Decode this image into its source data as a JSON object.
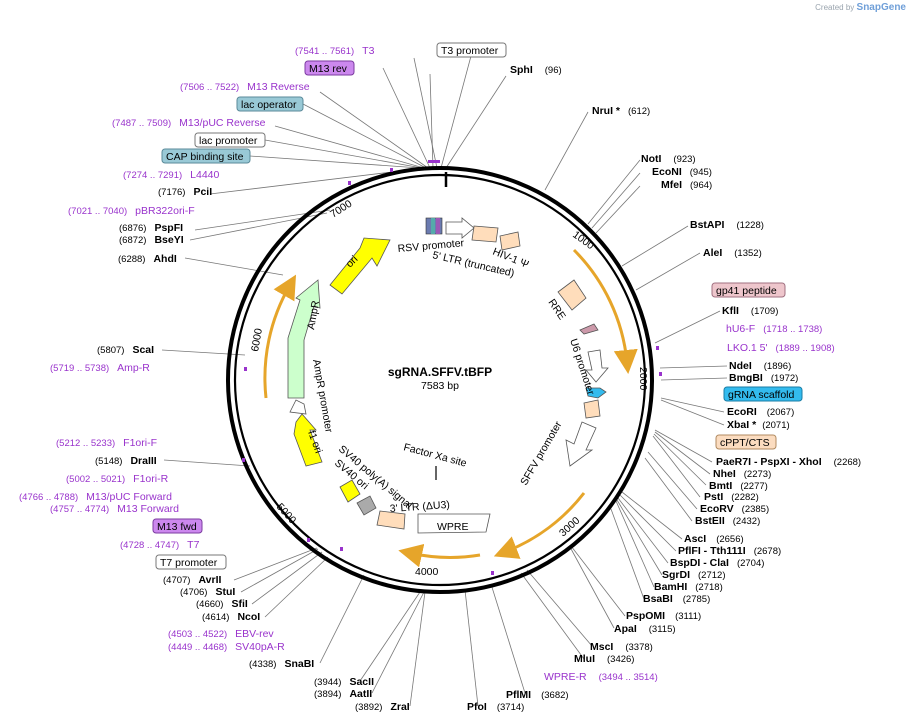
{
  "credit": {
    "created_by": "Created by",
    "brand": "SnapGene"
  },
  "plasmid": {
    "name": "sgRNA.SFFV.tBFP",
    "length": "7583 bp"
  },
  "ticks": [
    "1000",
    "2000",
    "3000",
    "4000",
    "5000",
    "6000",
    "7000"
  ],
  "restriction_sites": [
    {
      "name": "SphI",
      "pos": "(96)"
    },
    {
      "name": "NruI *",
      "pos": "(612)"
    },
    {
      "name": "NotI",
      "pos": "(923)"
    },
    {
      "name": "EcoNI",
      "pos": "(945)"
    },
    {
      "name": "MfeI",
      "pos": "(964)"
    },
    {
      "name": "BstAPI",
      "pos": "(1228)"
    },
    {
      "name": "AleI",
      "pos": "(1352)"
    },
    {
      "name": "KflI",
      "pos": "(1709)"
    },
    {
      "name": "NdeI",
      "pos": "(1896)"
    },
    {
      "name": "BmgBI",
      "pos": "(1972)"
    },
    {
      "name": "EcoRI",
      "pos": "(2067)"
    },
    {
      "name": "XbaI *",
      "pos": "(2071)"
    },
    {
      "name": "PaeR7I - PspXI - XhoI",
      "pos": "(2268)"
    },
    {
      "name": "NheI",
      "pos": "(2273)"
    },
    {
      "name": "BmtI",
      "pos": "(2277)"
    },
    {
      "name": "PstI",
      "pos": "(2282)"
    },
    {
      "name": "EcoRV",
      "pos": "(2385)"
    },
    {
      "name": "BstEII",
      "pos": "(2432)"
    },
    {
      "name": "AscI",
      "pos": "(2656)"
    },
    {
      "name": "PflFI - Tth111I",
      "pos": "(2678)"
    },
    {
      "name": "BspDI - ClaI",
      "pos": "(2704)"
    },
    {
      "name": "SgrDI",
      "pos": "(2712)"
    },
    {
      "name": "BamHI",
      "pos": "(2718)"
    },
    {
      "name": "BsaBI",
      "pos": "(2785)"
    },
    {
      "name": "PspOMI",
      "pos": "(3111)"
    },
    {
      "name": "ApaI",
      "pos": "(3115)"
    },
    {
      "name": "MscI",
      "pos": "(3378)"
    },
    {
      "name": "MluI",
      "pos": "(3426)"
    },
    {
      "name": "PflMI",
      "pos": "(3682)"
    },
    {
      "name": "PfoI",
      "pos": "(3714)"
    },
    {
      "name": "ZraI",
      "pos": "(3892)"
    },
    {
      "name": "AatII",
      "pos": "(3894)"
    },
    {
      "name": "SacII",
      "pos": "(3944)"
    },
    {
      "name": "SnaBI",
      "pos": "(4338)"
    },
    {
      "name": "NcoI",
      "pos": "(4614)"
    },
    {
      "name": "SfiI",
      "pos": "(4660)"
    },
    {
      "name": "StuI",
      "pos": "(4706)"
    },
    {
      "name": "AvrII",
      "pos": "(4707)"
    },
    {
      "name": "DraIII",
      "pos": "(5148)"
    },
    {
      "name": "ScaI",
      "pos": "(5807)"
    },
    {
      "name": "AhdI",
      "pos": "(6288)"
    },
    {
      "name": "BseYI",
      "pos": "(6872)"
    },
    {
      "name": "PspFI",
      "pos": "(6876)"
    },
    {
      "name": "PciI",
      "pos": "(7176)"
    }
  ],
  "primers": [
    {
      "name": "T3",
      "range": "(7541 .. 7561)"
    },
    {
      "name": "M13 Reverse",
      "range": "(7506 .. 7522)"
    },
    {
      "name": "M13/pUC Reverse",
      "range": "(7487 .. 7509)"
    },
    {
      "name": "L4440",
      "range": "(7274 .. 7291)"
    },
    {
      "name": "pBR322ori-F",
      "range": "(7021 .. 7040)"
    },
    {
      "name": "hU6-F",
      "range": "(1718 .. 1738)"
    },
    {
      "name": "LKO.1 5'",
      "range": "(1889 .. 1908)"
    },
    {
      "name": "WPRE-R",
      "range": "(3494 .. 3514)"
    },
    {
      "name": "SV40pA-R",
      "range": "(4449 .. 4468)"
    },
    {
      "name": "EBV-rev",
      "range": "(4503 .. 4522)"
    },
    {
      "name": "T7",
      "range": "(4728 .. 4747)"
    },
    {
      "name": "M13 Forward",
      "range": "(4757 .. 4774)"
    },
    {
      "name": "M13/pUC Forward",
      "range": "(4766 .. 4788)"
    },
    {
      "name": "F1ori-R",
      "range": "(5002 .. 5021)"
    },
    {
      "name": "F1ori-F",
      "range": "(5212 .. 5233)"
    },
    {
      "name": "Amp-R",
      "range": "(5719 .. 5738)"
    }
  ],
  "boxed_features": {
    "m13_rev": "M13 rev",
    "t3_promoter": "T3 promoter",
    "lac_operator": "lac operator",
    "lac_promoter": "lac promoter",
    "cap_binding_site": "CAP binding site",
    "gp41_peptide": "gp41 peptide",
    "grna_scaffold": "gRNA scaffold",
    "cppt_cts": "cPPT/CTS",
    "m13_fwd": "M13 fwd",
    "t7_promoter": "T7 promoter"
  },
  "inner_labels": {
    "rsv_promoter": "RSV promoter",
    "ltr5": "5' LTR (truncated)",
    "hiv_psi": "HIV-1 Ψ",
    "rre": "RRE",
    "u6_promoter": "U6 promoter",
    "sffv_promoter": "SFFV promoter",
    "wpre": "WPRE",
    "ltr3": "3' LTR (ΔU3)",
    "sv40_polya": "SV40 poly(A) signal",
    "sv40_ori": "SV40 ori",
    "f1_ori": "f1 ori",
    "ampr_promoter": "AmpR promoter",
    "ampr": "AmpR",
    "ori": "ori",
    "factor_xa": "Factor Xa site"
  },
  "colors": {
    "backbone": "#000000",
    "enzyme_line": "#666666",
    "primer": "#9933cc",
    "ori_yellow": "#ffff00",
    "ampr_green": "#ccffcc",
    "ltr_peach": "#ffddbb",
    "gold_arc": "#e6a52a",
    "grna_blue": "#33bbee",
    "lac_blue": "#99c9d6",
    "m13_purple": "#cc88ee",
    "gp41_pink": "#eec6cc",
    "cppt_peach": "#fbdcc0"
  }
}
